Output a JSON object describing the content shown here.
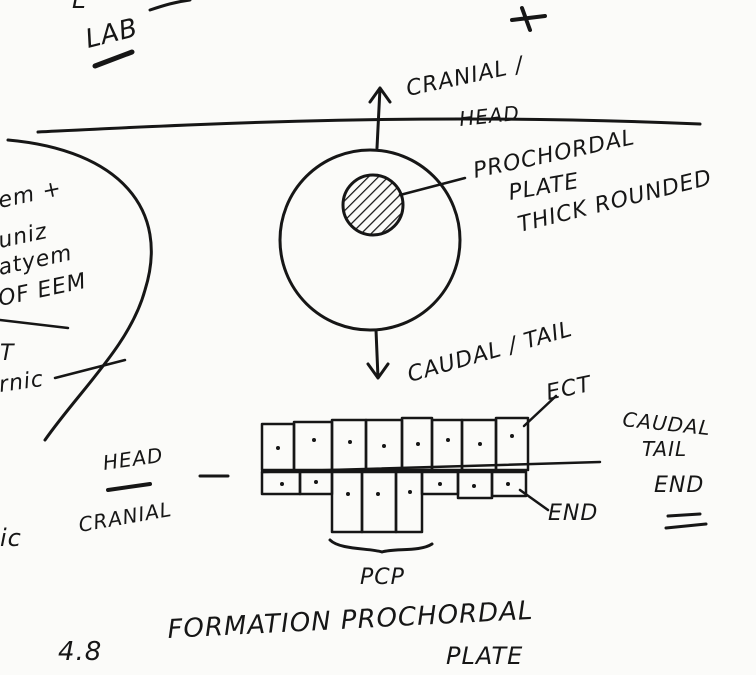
{
  "top_left": {
    "partial_letter": "E",
    "label": "LAB"
  },
  "arrows": {
    "up_label_line1": "CRANIAL /",
    "up_label_line2": "HEAD",
    "down_label": "CAUDAL / TAIL"
  },
  "disc_callout": {
    "line1": "PROCHORDAL",
    "line2": "PLATE",
    "line3": "THICK ROUNDED"
  },
  "left_notes": {
    "line1": "em +",
    "line2": "uniz",
    "line3": "atyem",
    "line4": "OF EEM",
    "line5": "T",
    "line6": "rnic",
    "line7": "ic"
  },
  "section_labels": {
    "head": "HEAD",
    "cranial": "CRANIAL",
    "ect": "ECT",
    "end": "END",
    "pcp": "PCP",
    "caudal_line1": "CAUDAL",
    "caudal_line2": "TAIL",
    "caudal_line3": "END"
  },
  "footer": {
    "number": "4.8",
    "title_line1": "FORMATION PROCHORDAL",
    "title_line2": "PLATE"
  }
}
